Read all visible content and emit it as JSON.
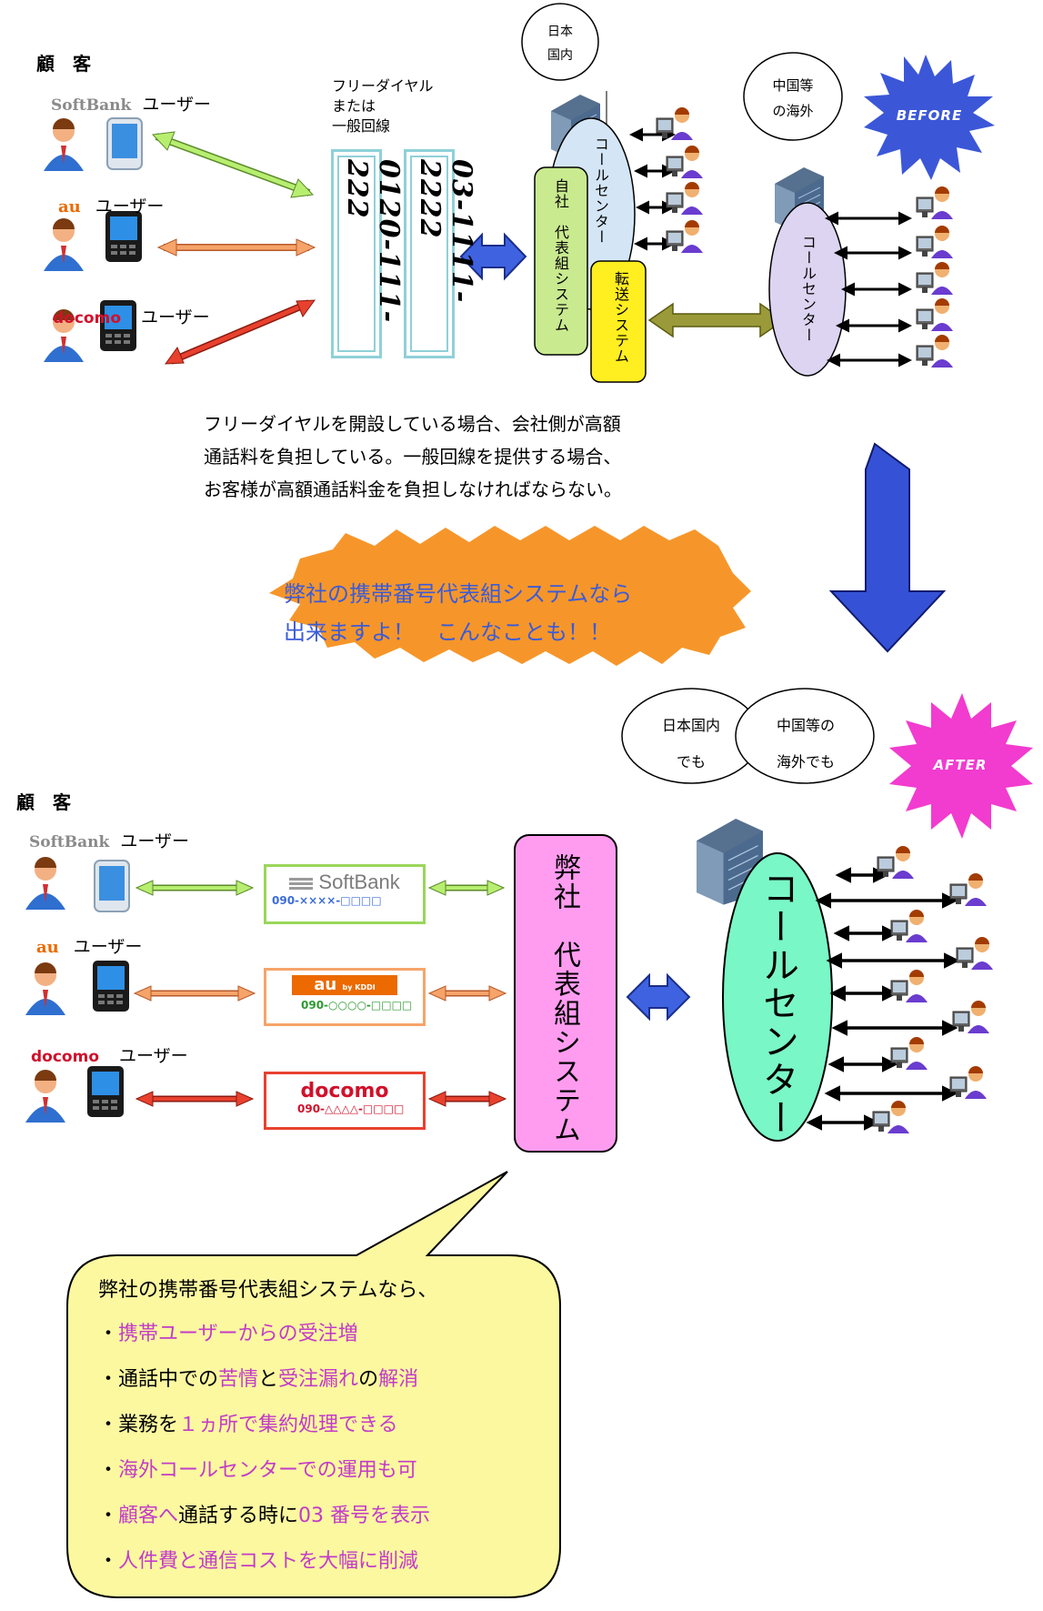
{
  "before": {
    "customers_title": "顧　客",
    "users": [
      {
        "brand": "SoftBank",
        "suffix": "ユーザー"
      },
      {
        "brand": "au",
        "suffix": "ユーザー"
      },
      {
        "brand": "docomo",
        "suffix": "ユーザー"
      }
    ],
    "line_caption": [
      "フリーダイヤル",
      "または",
      "一般回線"
    ],
    "numbers": [
      "0120-111-222",
      "03-1111-2222"
    ],
    "domestic_bubble": [
      "日本",
      "国内"
    ],
    "overseas_bubble": [
      "中国等",
      "の海外"
    ],
    "call_center": "コールセンター",
    "company_system": "自社　代表組システム",
    "transfer_system": "転送システム",
    "overseas_call_center": "コールセンター",
    "badge": "BEFORE",
    "explanation": [
      "フリーダイヤルを開設している場合、会社側が高額",
      "通話料を負担している。一般回線を提供する場合、",
      "お客様が高額通話料金を負担しなければならない。"
    ]
  },
  "banner": [
    "弊社の携帯番号代表組システムなら",
    "出来ますよ！　こんなことも！！"
  ],
  "after": {
    "bubble_domestic": [
      "日本国内",
      "でも"
    ],
    "bubble_overseas": [
      "中国等の",
      "海外でも"
    ],
    "badge": "AFTER",
    "customers_title": "顧　客",
    "users": [
      {
        "brand": "SoftBank",
        "suffix": "ユーザー"
      },
      {
        "brand": "au",
        "suffix": "ユーザー"
      },
      {
        "brand": "docomo",
        "suffix": "ユーザー"
      }
    ],
    "cards": [
      {
        "logo": "SoftBank",
        "number": "090-××××-□□□□"
      },
      {
        "logo": "au",
        "logo_sub": "by KDDI",
        "number": "090-○○○○-□□□□"
      },
      {
        "logo": "docomo",
        "number": "090-△△△△-□□□□"
      }
    ],
    "system": "弊社　代表組システム",
    "call_center": "コールセンター"
  },
  "callout": {
    "heading": "弊社の携帯番号代表組システムなら、",
    "items": [
      [
        {
          "t": "・",
          "c": "k"
        },
        {
          "t": "携帯ユーザーからの受注増",
          "c": "p"
        }
      ],
      [
        {
          "t": "・通話中での",
          "c": "k"
        },
        {
          "t": "苦情",
          "c": "p"
        },
        {
          "t": "と",
          "c": "k"
        },
        {
          "t": "受注漏れ",
          "c": "p"
        },
        {
          "t": "の",
          "c": "k"
        },
        {
          "t": "解消",
          "c": "p"
        }
      ],
      [
        {
          "t": "・業務を",
          "c": "k"
        },
        {
          "t": "１ヵ所で集約処理できる",
          "c": "p"
        }
      ],
      [
        {
          "t": "・",
          "c": "k"
        },
        {
          "t": "海外コールセンターでの運用も可",
          "c": "p"
        }
      ],
      [
        {
          "t": "・",
          "c": "k"
        },
        {
          "t": "顧客へ",
          "c": "p"
        },
        {
          "t": "通話する時に",
          "c": "k"
        },
        {
          "t": "03 番号を表示",
          "c": "p"
        }
      ],
      [
        {
          "t": "・",
          "c": "k"
        },
        {
          "t": "人件費と通信コストを大幅に削減",
          "c": "p"
        }
      ]
    ]
  },
  "colors": {
    "arrow_green": "#b8ee70",
    "arrow_orange": "#f6a46a",
    "arrow_red": "#e8412e",
    "double_arrow_blue": "#3f63e0",
    "down_arrow": "#3552d6",
    "before_badge": "#3b57d8",
    "after_badge": "#f23bcf",
    "banner": "#f6962a",
    "banner_text": "#3b5bd8",
    "callout_bg": "#fbf8a0",
    "pink_text": "#c23cc8",
    "call_center_fill": "#d4e6f6",
    "overseas_center_fill": "#dcd4f0",
    "company_system_fill": "#c9ea8f",
    "transfer_fill": "#ffee20",
    "after_system_fill": "#ff9cf0",
    "after_center_fill": "#7af7c6"
  }
}
